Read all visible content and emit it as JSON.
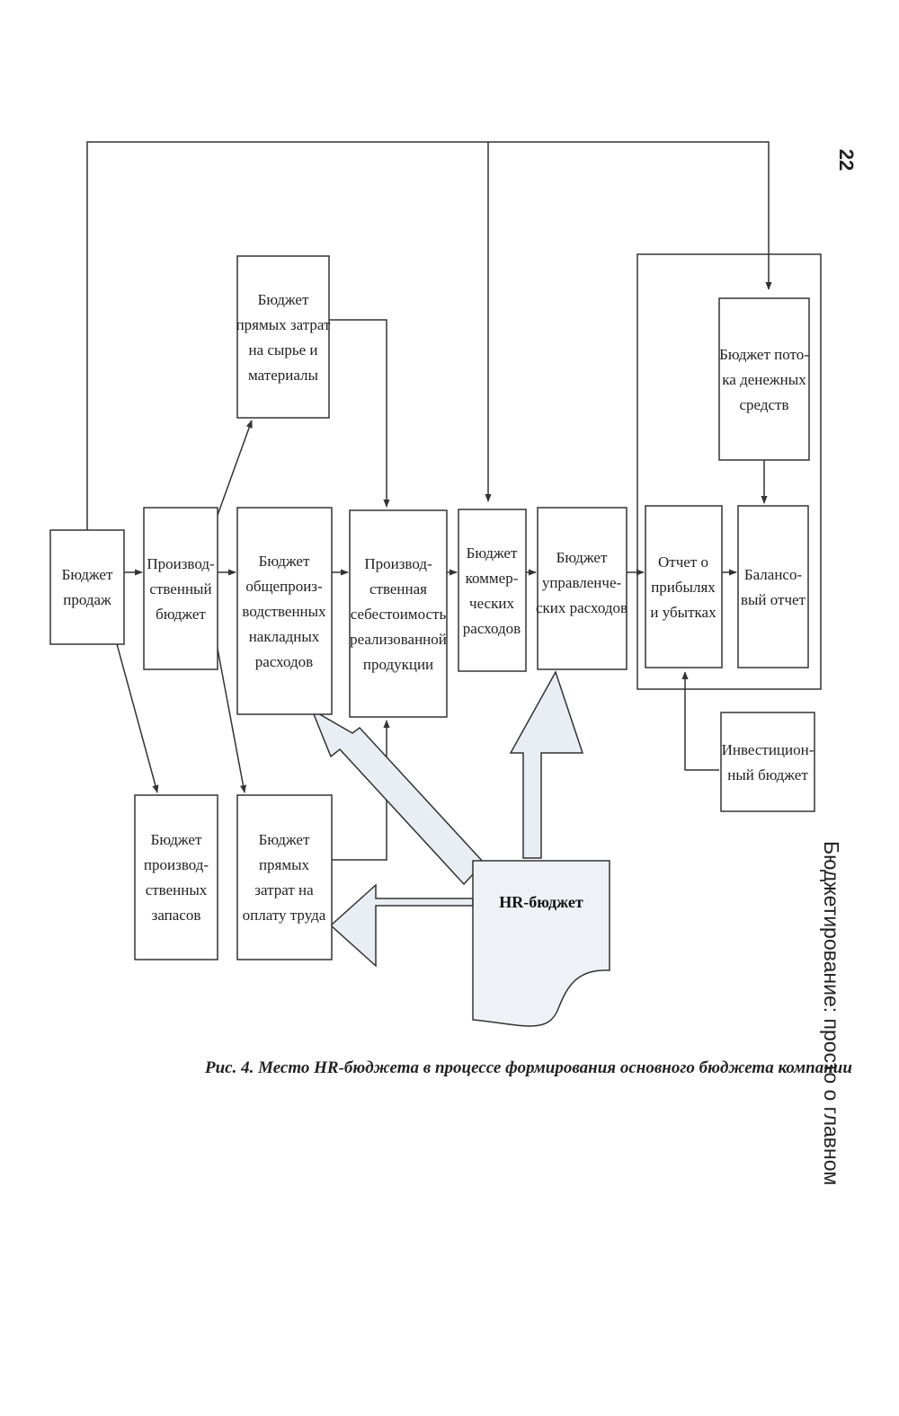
{
  "page_number": "22",
  "running_head": "Бюджетирование: просто о главном",
  "caption": "Рис. 4. Место HR-бюджета в процессе формирования основного бюджета компании",
  "colors": {
    "line": "#333333",
    "arrow_fill": "#e9edf4",
    "hr_fill": "#eef1f6"
  },
  "boxes": {
    "sales": [
      "Бюджет",
      "продаж"
    ],
    "production": [
      "Производ-",
      "ственный",
      "бюджет"
    ],
    "materials": [
      "Бюджет",
      "прямых затрат",
      "на сырье и",
      "материалы"
    ],
    "overhead": [
      "Бюджет",
      "общепроиз-",
      "водственных",
      "накладных",
      "расходов"
    ],
    "cost": [
      "Производ-",
      "ственная",
      "себестоимость",
      "реализованной",
      "продукции"
    ],
    "commercial": [
      "Бюджет",
      "коммер-",
      "ческих",
      "расходов"
    ],
    "admin": [
      "Бюджет",
      "управленче-",
      "ских расходов"
    ],
    "cashflow": [
      "Бюджет пото-",
      "ка денежных",
      "средств"
    ],
    "pnl": [
      "Отчет о",
      "прибылях",
      "и убытках"
    ],
    "balance": [
      "Балансо-",
      "вый отчет"
    ],
    "investment": [
      "Инвестицион-",
      "ный бюджет"
    ],
    "inventory": [
      "Бюджет",
      "производ-",
      "ственных",
      "запасов"
    ],
    "labor": [
      "Бюджет",
      "прямых",
      "затрат на",
      "оплату труда"
    ],
    "hr": [
      "HR-бюджет"
    ]
  }
}
